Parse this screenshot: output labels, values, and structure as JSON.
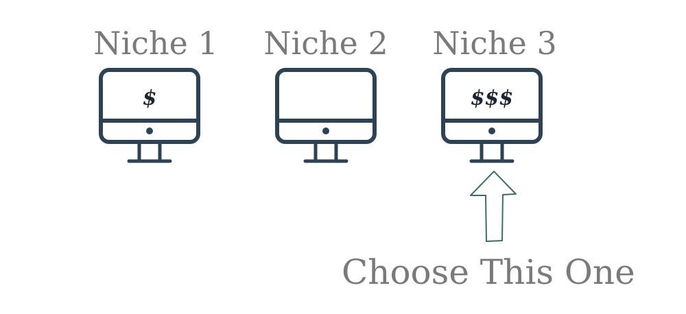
{
  "niches": [
    {
      "label": "Niche 1",
      "screen_text": "$"
    },
    {
      "label": "Niche 2",
      "screen_text": ""
    },
    {
      "label": "Niche 3",
      "screen_text": "$$$"
    }
  ],
  "callout": "Choose This One",
  "colors": {
    "monitor": "#2e4257",
    "text": "#7a7a7a",
    "arrow": "#3d6b6b"
  }
}
